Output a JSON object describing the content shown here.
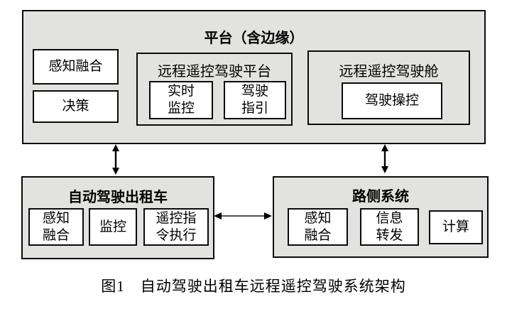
{
  "figure": {
    "caption": "图1　自动驾驶出租车远程遥控驾驶系统架构"
  },
  "colors": {
    "outer_box_fill": "#e2e2e0",
    "inner_box_fill": "#ffffff",
    "border": "#0a0a0a",
    "arrow": "#000000",
    "background": "#ffffff"
  },
  "platform": {
    "title": "平台（含边缘）",
    "perception_fusion": "感知融合",
    "decision": "决策",
    "remote_driving_platform": {
      "title": "远程遥控驾驶平台",
      "realtime_monitoring_lines": [
        "实时",
        "监控"
      ],
      "driving_guidance_lines": [
        "驾驶",
        "指引"
      ]
    },
    "remote_cockpit": {
      "title": "远程遥控驾驶舱",
      "driving_control": "驾驶操控"
    }
  },
  "robotaxi": {
    "title": "自动驾驶出租车",
    "perception_fusion_lines": [
      "感知",
      "融合"
    ],
    "monitoring": "监控",
    "remote_command_execution_lines": [
      "遥控指",
      "令执行"
    ]
  },
  "roadside": {
    "title": "路侧系统",
    "perception_fusion_lines": [
      "感知",
      "融合"
    ],
    "info_forwarding_lines": [
      "信息",
      "转发"
    ],
    "computing": "计算"
  }
}
